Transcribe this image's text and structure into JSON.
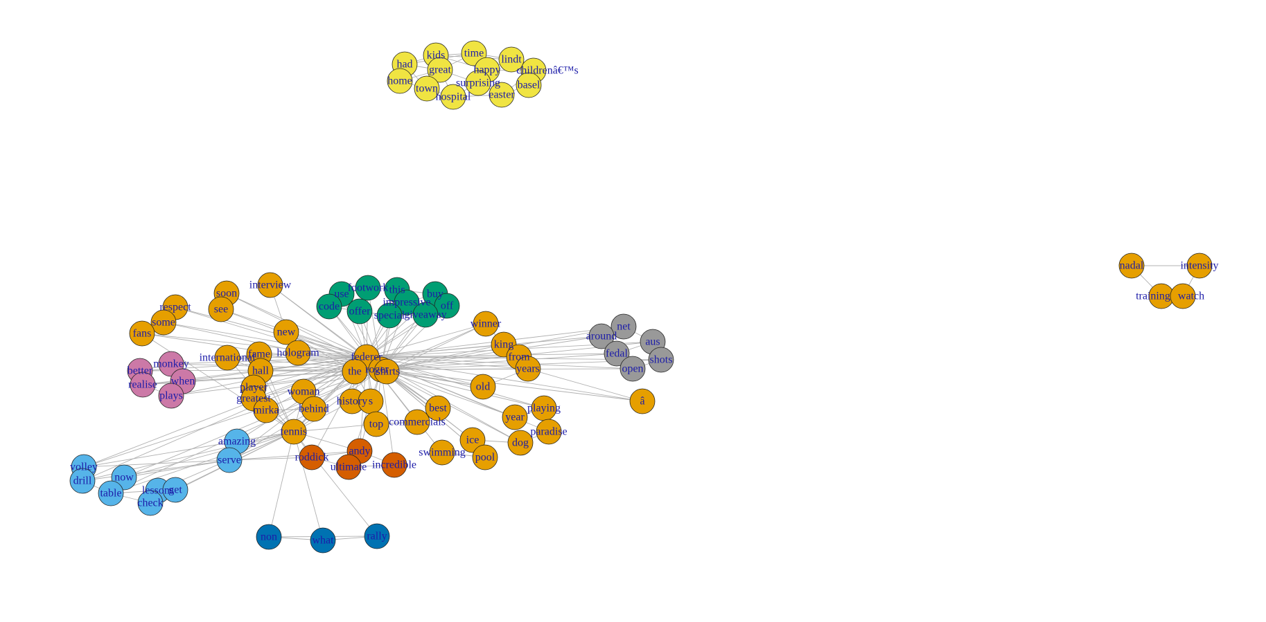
{
  "colors": {
    "orange": "#E69F00",
    "green": "#009E73",
    "yellow": "#F0E442",
    "grey": "#999999",
    "pink": "#CC79A7",
    "lightblue": "#56B4E9",
    "vermillion": "#D55E00",
    "blue": "#0072B2",
    "edge": "#b0b0b0",
    "label": "#1c1ca8"
  },
  "nodes": [
    {
      "id": "had",
      "label": "had",
      "group": "yellow"
    },
    {
      "id": "kids",
      "label": "kids",
      "group": "yellow"
    },
    {
      "id": "time",
      "label": "time",
      "group": "yellow"
    },
    {
      "id": "lindt",
      "label": "lindt",
      "group": "yellow"
    },
    {
      "id": "home",
      "label": "home",
      "group": "yellow"
    },
    {
      "id": "great",
      "label": "great",
      "group": "yellow"
    },
    {
      "id": "happy",
      "label": "happy",
      "group": "yellow"
    },
    {
      "id": "childrenas",
      "label": "childrenâ€™s",
      "group": "yellow"
    },
    {
      "id": "town",
      "label": "town",
      "group": "yellow"
    },
    {
      "id": "surprising",
      "label": "surprising",
      "group": "yellow"
    },
    {
      "id": "basel",
      "label": "basel",
      "group": "yellow"
    },
    {
      "id": "hospital",
      "label": "hospital",
      "group": "yellow"
    },
    {
      "id": "easter",
      "label": "easter",
      "group": "yellow"
    },
    {
      "id": "interview",
      "label": "interview",
      "group": "orange"
    },
    {
      "id": "soon",
      "label": "soon",
      "group": "orange"
    },
    {
      "id": "respect",
      "label": "respect",
      "group": "orange"
    },
    {
      "id": "see",
      "label": "see",
      "group": "orange"
    },
    {
      "id": "some",
      "label": "some",
      "group": "orange"
    },
    {
      "id": "fans",
      "label": "fans",
      "group": "orange"
    },
    {
      "id": "new",
      "label": "new",
      "group": "orange"
    },
    {
      "id": "fame",
      "label": "fame",
      "group": "orange"
    },
    {
      "id": "hologram",
      "label": "hologram",
      "group": "orange"
    },
    {
      "id": "international",
      "label": "international",
      "group": "orange"
    },
    {
      "id": "hall",
      "label": "hall",
      "group": "orange"
    },
    {
      "id": "federer",
      "label": "federer",
      "group": "orange"
    },
    {
      "id": "the",
      "label": "the",
      "group": "orange"
    },
    {
      "id": "roger",
      "label": "roger",
      "group": "orange"
    },
    {
      "id": "shirts",
      "label": "shirts",
      "group": "orange"
    },
    {
      "id": "player",
      "label": "player",
      "group": "orange"
    },
    {
      "id": "greatest",
      "label": "greatest",
      "group": "orange"
    },
    {
      "id": "woman",
      "label": "woman",
      "group": "orange"
    },
    {
      "id": "history",
      "label": "history",
      "group": "orange"
    },
    {
      "id": "s",
      "label": "s",
      "group": "orange"
    },
    {
      "id": "mirka",
      "label": "mirka",
      "group": "orange"
    },
    {
      "id": "behind",
      "label": "behind",
      "group": "orange"
    },
    {
      "id": "tennis",
      "label": "tennis",
      "group": "orange"
    },
    {
      "id": "top",
      "label": "top",
      "group": "orange"
    },
    {
      "id": "commercials",
      "label": "commercials",
      "group": "orange"
    },
    {
      "id": "best",
      "label": "best",
      "group": "orange"
    },
    {
      "id": "winner",
      "label": "winner",
      "group": "orange"
    },
    {
      "id": "king",
      "label": "king",
      "group": "orange"
    },
    {
      "id": "from",
      "label": "from",
      "group": "orange"
    },
    {
      "id": "years",
      "label": "years",
      "group": "orange"
    },
    {
      "id": "old",
      "label": "old",
      "group": "orange"
    },
    {
      "id": "a",
      "label": "â",
      "group": "orange"
    },
    {
      "id": "playing",
      "label": "playing",
      "group": "orange"
    },
    {
      "id": "year",
      "label": "year",
      "group": "orange"
    },
    {
      "id": "paradise",
      "label": "paradise",
      "group": "orange"
    },
    {
      "id": "dog",
      "label": "dog",
      "group": "orange"
    },
    {
      "id": "ice",
      "label": "ice",
      "group": "orange"
    },
    {
      "id": "pool",
      "label": "pool",
      "group": "orange"
    },
    {
      "id": "swimming",
      "label": "swimming",
      "group": "orange"
    },
    {
      "id": "footwork",
      "label": "footwork",
      "group": "green"
    },
    {
      "id": "use",
      "label": "use",
      "group": "green"
    },
    {
      "id": "this",
      "label": "this",
      "group": "green"
    },
    {
      "id": "buy",
      "label": "buy",
      "group": "green"
    },
    {
      "id": "code",
      "label": "code",
      "group": "green"
    },
    {
      "id": "impressive",
      "label": "impressive",
      "group": "green"
    },
    {
      "id": "off",
      "label": "off",
      "group": "green"
    },
    {
      "id": "offer",
      "label": "offer",
      "group": "green"
    },
    {
      "id": "special",
      "label": "special",
      "group": "green"
    },
    {
      "id": "giveaway",
      "label": "giveaway",
      "group": "green"
    },
    {
      "id": "net",
      "label": "net",
      "group": "grey"
    },
    {
      "id": "around",
      "label": "around",
      "group": "grey"
    },
    {
      "id": "aus",
      "label": "aus",
      "group": "grey"
    },
    {
      "id": "fedal",
      "label": "fedal",
      "group": "grey"
    },
    {
      "id": "shots",
      "label": "shots",
      "group": "grey"
    },
    {
      "id": "open",
      "label": "open",
      "group": "grey"
    },
    {
      "id": "monkey",
      "label": "monkey",
      "group": "pink"
    },
    {
      "id": "better",
      "label": "better",
      "group": "pink"
    },
    {
      "id": "when",
      "label": "when",
      "group": "pink"
    },
    {
      "id": "realise",
      "label": "realise",
      "group": "pink"
    },
    {
      "id": "plays",
      "label": "plays",
      "group": "pink"
    },
    {
      "id": "amazing",
      "label": "amazing",
      "group": "lightblue"
    },
    {
      "id": "serve",
      "label": "serve",
      "group": "lightblue"
    },
    {
      "id": "volley",
      "label": "volley",
      "group": "lightblue"
    },
    {
      "id": "now",
      "label": "now",
      "group": "lightblue"
    },
    {
      "id": "drill",
      "label": "drill",
      "group": "lightblue"
    },
    {
      "id": "lessons",
      "label": "lessons",
      "group": "lightblue"
    },
    {
      "id": "get",
      "label": "get",
      "group": "lightblue"
    },
    {
      "id": "table",
      "label": "table",
      "group": "lightblue"
    },
    {
      "id": "check",
      "label": "check",
      "group": "lightblue"
    },
    {
      "id": "roddick",
      "label": "roddick",
      "group": "vermillion"
    },
    {
      "id": "andy",
      "label": "andy",
      "group": "vermillion"
    },
    {
      "id": "ultimate",
      "label": "ultimate",
      "group": "vermillion"
    },
    {
      "id": "incredible",
      "label": "incredible",
      "group": "vermillion"
    },
    {
      "id": "non",
      "label": "non",
      "group": "blue"
    },
    {
      "id": "what",
      "label": "what",
      "group": "blue"
    },
    {
      "id": "rally",
      "label": "rally",
      "group": "blue"
    },
    {
      "id": "nadal",
      "label": "nadal",
      "group": "orange"
    },
    {
      "id": "intensity",
      "label": "intensity",
      "group": "orange"
    },
    {
      "id": "training",
      "label": "training",
      "group": "orange"
    },
    {
      "id": "watch",
      "label": "watch",
      "group": "orange"
    }
  ],
  "edges": [
    [
      "had",
      "kids"
    ],
    [
      "had",
      "great"
    ],
    [
      "had",
      "home"
    ],
    [
      "had",
      "time"
    ],
    [
      "kids",
      "time"
    ],
    [
      "kids",
      "great"
    ],
    [
      "kids",
      "happy"
    ],
    [
      "time",
      "lindt"
    ],
    [
      "time",
      "happy"
    ],
    [
      "time",
      "great"
    ],
    [
      "lindt",
      "childrenas"
    ],
    [
      "lindt",
      "happy"
    ],
    [
      "lindt",
      "basel"
    ],
    [
      "home",
      "town"
    ],
    [
      "home",
      "great"
    ],
    [
      "great",
      "surprising"
    ],
    [
      "great",
      "hospital"
    ],
    [
      "great",
      "town"
    ],
    [
      "happy",
      "childrenas"
    ],
    [
      "happy",
      "easter"
    ],
    [
      "happy",
      "surprising"
    ],
    [
      "childrenas",
      "basel"
    ],
    [
      "childrenas",
      "easter"
    ],
    [
      "town",
      "hospital"
    ],
    [
      "surprising",
      "hospital"
    ],
    [
      "surprising",
      "easter"
    ],
    [
      "basel",
      "easter"
    ],
    [
      "hospital",
      "easter"
    ],
    [
      "kids",
      "lindt"
    ],
    [
      "had",
      "town"
    ],
    [
      "federer",
      "interview"
    ],
    [
      "federer",
      "soon"
    ],
    [
      "federer",
      "see"
    ],
    [
      "federer",
      "respect"
    ],
    [
      "federer",
      "some"
    ],
    [
      "federer",
      "fans"
    ],
    [
      "federer",
      "new"
    ],
    [
      "federer",
      "fame"
    ],
    [
      "federer",
      "hologram"
    ],
    [
      "federer",
      "international"
    ],
    [
      "federer",
      "hall"
    ],
    [
      "federer",
      "player"
    ],
    [
      "federer",
      "greatest"
    ],
    [
      "federer",
      "woman"
    ],
    [
      "federer",
      "history"
    ],
    [
      "federer",
      "mirka"
    ],
    [
      "federer",
      "behind"
    ],
    [
      "federer",
      "tennis"
    ],
    [
      "federer",
      "top"
    ],
    [
      "federer",
      "commercials"
    ],
    [
      "federer",
      "best"
    ],
    [
      "federer",
      "winner"
    ],
    [
      "federer",
      "king"
    ],
    [
      "federer",
      "from"
    ],
    [
      "federer",
      "years"
    ],
    [
      "federer",
      "old"
    ],
    [
      "federer",
      "a"
    ],
    [
      "federer",
      "playing"
    ],
    [
      "federer",
      "year"
    ],
    [
      "federer",
      "paradise"
    ],
    [
      "federer",
      "dog"
    ],
    [
      "federer",
      "ice"
    ],
    [
      "federer",
      "pool"
    ],
    [
      "federer",
      "swimming"
    ],
    [
      "roger",
      "interview"
    ],
    [
      "roger",
      "soon"
    ],
    [
      "roger",
      "see"
    ],
    [
      "roger",
      "respect"
    ],
    [
      "roger",
      "some"
    ],
    [
      "roger",
      "fans"
    ],
    [
      "roger",
      "new"
    ],
    [
      "roger",
      "fame"
    ],
    [
      "roger",
      "hall"
    ],
    [
      "roger",
      "international"
    ],
    [
      "roger",
      "player"
    ],
    [
      "roger",
      "greatest"
    ],
    [
      "roger",
      "tennis"
    ],
    [
      "roger",
      "winner"
    ],
    [
      "roger",
      "king"
    ],
    [
      "roger",
      "years"
    ],
    [
      "roger",
      "old"
    ],
    [
      "roger",
      "playing"
    ],
    [
      "roger",
      "year"
    ],
    [
      "roger",
      "dog"
    ],
    [
      "roger",
      "ice"
    ],
    [
      "roger",
      "pool"
    ],
    [
      "roger",
      "best"
    ],
    [
      "roger",
      "top"
    ],
    [
      "the",
      "federer"
    ],
    [
      "the",
      "roger"
    ],
    [
      "the",
      "shirts"
    ],
    [
      "the",
      "tennis"
    ],
    [
      "the",
      "new"
    ],
    [
      "the",
      "hall"
    ],
    [
      "shirts",
      "roger"
    ],
    [
      "shirts",
      "federer"
    ],
    [
      "shirts",
      "winner"
    ],
    [
      "shirts",
      "old"
    ],
    [
      "shirts",
      "best"
    ],
    [
      "federer",
      "footwork"
    ],
    [
      "federer",
      "use"
    ],
    [
      "federer",
      "this"
    ],
    [
      "federer",
      "buy"
    ],
    [
      "federer",
      "code"
    ],
    [
      "federer",
      "impressive"
    ],
    [
      "federer",
      "off"
    ],
    [
      "federer",
      "offer"
    ],
    [
      "federer",
      "special"
    ],
    [
      "federer",
      "giveaway"
    ],
    [
      "roger",
      "footwork"
    ],
    [
      "roger",
      "use"
    ],
    [
      "roger",
      "this"
    ],
    [
      "roger",
      "buy"
    ],
    [
      "roger",
      "code"
    ],
    [
      "roger",
      "impressive"
    ],
    [
      "roger",
      "offer"
    ],
    [
      "roger",
      "special"
    ],
    [
      "roger",
      "giveaway"
    ],
    [
      "roger",
      "off"
    ],
    [
      "footwork",
      "use"
    ],
    [
      "footwork",
      "this"
    ],
    [
      "use",
      "code"
    ],
    [
      "code",
      "offer"
    ],
    [
      "offer",
      "special"
    ],
    [
      "special",
      "giveaway"
    ],
    [
      "giveaway",
      "off"
    ],
    [
      "buy",
      "off"
    ],
    [
      "this",
      "impressive"
    ],
    [
      "impressive",
      "buy"
    ],
    [
      "this",
      "buy"
    ],
    [
      "use",
      "offer"
    ],
    [
      "federer",
      "net"
    ],
    [
      "federer",
      "around"
    ],
    [
      "federer",
      "aus"
    ],
    [
      "federer",
      "fedal"
    ],
    [
      "federer",
      "shots"
    ],
    [
      "federer",
      "open"
    ],
    [
      "roger",
      "net"
    ],
    [
      "roger",
      "around"
    ],
    [
      "roger",
      "aus"
    ],
    [
      "roger",
      "fedal"
    ],
    [
      "roger",
      "shots"
    ],
    [
      "roger",
      "open"
    ],
    [
      "net",
      "around"
    ],
    [
      "net",
      "aus"
    ],
    [
      "aus",
      "shots"
    ],
    [
      "fedal",
      "open"
    ],
    [
      "open",
      "shots"
    ],
    [
      "around",
      "fedal"
    ],
    [
      "fedal",
      "aus"
    ],
    [
      "federer",
      "monkey"
    ],
    [
      "federer",
      "better"
    ],
    [
      "federer",
      "when"
    ],
    [
      "federer",
      "realise"
    ],
    [
      "federer",
      "plays"
    ],
    [
      "roger",
      "monkey"
    ],
    [
      "roger",
      "when"
    ],
    [
      "roger",
      "plays"
    ],
    [
      "roger",
      "realise"
    ],
    [
      "roger",
      "better"
    ],
    [
      "monkey",
      "better"
    ],
    [
      "monkey",
      "when"
    ],
    [
      "better",
      "realise"
    ],
    [
      "when",
      "plays"
    ],
    [
      "realise",
      "plays"
    ],
    [
      "when",
      "realise"
    ],
    [
      "tennis",
      "amazing"
    ],
    [
      "tennis",
      "serve"
    ],
    [
      "tennis",
      "volley"
    ],
    [
      "tennis",
      "now"
    ],
    [
      "tennis",
      "drill"
    ],
    [
      "tennis",
      "lessons"
    ],
    [
      "tennis",
      "get"
    ],
    [
      "tennis",
      "table"
    ],
    [
      "tennis",
      "check"
    ],
    [
      "federer",
      "amazing"
    ],
    [
      "federer",
      "serve"
    ],
    [
      "roger",
      "serve"
    ],
    [
      "federer",
      "volley"
    ],
    [
      "federer",
      "drill"
    ],
    [
      "roger",
      "volley"
    ],
    [
      "roger",
      "now"
    ],
    [
      "roger",
      "table"
    ],
    [
      "amazing",
      "serve"
    ],
    [
      "serve",
      "volley"
    ],
    [
      "serve",
      "drill"
    ],
    [
      "serve",
      "now"
    ],
    [
      "now",
      "table"
    ],
    [
      "table",
      "lessons"
    ],
    [
      "lessons",
      "get"
    ],
    [
      "get",
      "check"
    ],
    [
      "check",
      "table"
    ],
    [
      "volley",
      "drill"
    ],
    [
      "drill",
      "table"
    ],
    [
      "tennis",
      "roddick"
    ],
    [
      "tennis",
      "andy"
    ],
    [
      "roddick",
      "andy"
    ],
    [
      "roddick",
      "ultimate"
    ],
    [
      "andy",
      "incredible"
    ],
    [
      "ultimate",
      "incredible"
    ],
    [
      "federer",
      "roddick"
    ],
    [
      "federer",
      "andy"
    ],
    [
      "roger",
      "andy"
    ],
    [
      "roger",
      "incredible"
    ],
    [
      "roger",
      "ultimate"
    ],
    [
      "serve",
      "roddick"
    ],
    [
      "serve",
      "andy"
    ],
    [
      "tennis",
      "non"
    ],
    [
      "tennis",
      "what"
    ],
    [
      "tennis",
      "rally"
    ],
    [
      "non",
      "what"
    ],
    [
      "what",
      "rally"
    ],
    [
      "non",
      "rally"
    ],
    [
      "tennis",
      "fans"
    ],
    [
      "tennis",
      "player"
    ],
    [
      "tennis",
      "greatest"
    ],
    [
      "tennis",
      "mirka"
    ],
    [
      "tennis",
      "behind"
    ],
    [
      "tennis",
      "woman"
    ],
    [
      "tennis",
      "top"
    ],
    [
      "tennis",
      "history"
    ],
    [
      "tennis",
      "hall"
    ],
    [
      "tennis",
      "fame"
    ],
    [
      "tennis",
      "international"
    ],
    [
      "hall",
      "fame"
    ],
    [
      "fame",
      "international"
    ],
    [
      "international",
      "hall"
    ],
    [
      "hologram",
      "new"
    ],
    [
      "player",
      "greatest"
    ],
    [
      "woman",
      "behind"
    ],
    [
      "mirka",
      "behind"
    ],
    [
      "history",
      "s"
    ],
    [
      "top",
      "commercials"
    ],
    [
      "commercials",
      "best"
    ],
    [
      "king",
      "winner"
    ],
    [
      "from",
      "years"
    ],
    [
      "years",
      "old"
    ],
    [
      "year",
      "playing"
    ],
    [
      "paradise",
      "dog"
    ],
    [
      "dog",
      "ice"
    ],
    [
      "ice",
      "pool"
    ],
    [
      "pool",
      "swimming"
    ],
    [
      "interview",
      "new"
    ],
    [
      "soon",
      "see"
    ],
    [
      "respect",
      "some"
    ],
    [
      "some",
      "fans"
    ],
    [
      "years",
      "a"
    ],
    [
      "roger",
      "a"
    ],
    [
      "the",
      "history"
    ],
    [
      "the",
      "s"
    ],
    [
      "federer",
      "s"
    ],
    [
      "nadal",
      "intensity"
    ],
    [
      "nadal",
      "training"
    ],
    [
      "training",
      "watch"
    ],
    [
      "intensity",
      "watch"
    ]
  ]
}
